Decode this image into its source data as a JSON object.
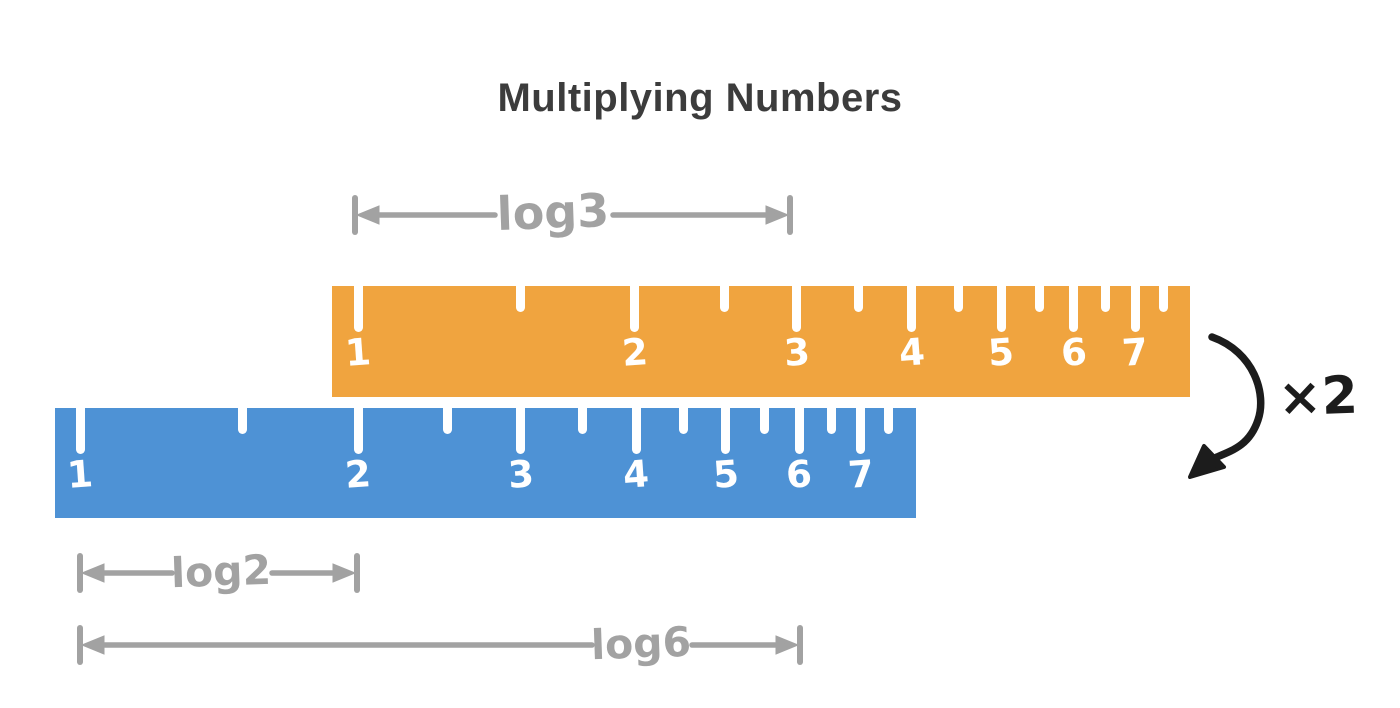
{
  "title": "Multiplying Numbers",
  "rulers": {
    "top": {
      "name": "orange-ruler",
      "color": "#F0A43F",
      "scale": "logarithmic",
      "values": [
        1,
        2,
        3,
        4,
        5,
        6,
        7
      ],
      "minor_values": [
        1.5,
        2.5,
        3.5,
        4.5,
        5.5,
        6.5,
        7.5
      ]
    },
    "bottom": {
      "name": "blue-ruler",
      "color": "#4E92D5",
      "scale": "logarithmic",
      "values": [
        1,
        2,
        3,
        4,
        5,
        6,
        7
      ],
      "minor_values": [
        1.5,
        2.5,
        3.5,
        4.5,
        5.5,
        6.5,
        7.5
      ]
    }
  },
  "annotations": {
    "log3": "log3",
    "log2": "log2",
    "log6": "log6",
    "times_two": "×2"
  },
  "colors": {
    "orange": "#F0A43F",
    "blue": "#4E92D5",
    "annotation_gray": "#A2A2A2",
    "ink_black": "#1C1C1C",
    "tick_white": "#FFFFFF",
    "title_text": "#3C3C3C",
    "background": "#FFFFFF"
  }
}
